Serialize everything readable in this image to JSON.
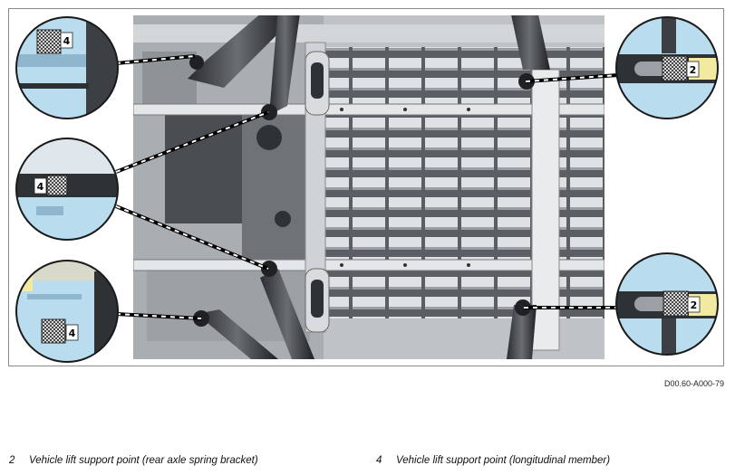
{
  "figure": {
    "reference_code": "D00.60-A000-79",
    "callouts": [
      {
        "id": "top-left",
        "number": "4"
      },
      {
        "id": "mid-left",
        "number": "4"
      },
      {
        "id": "bottom-left",
        "number": "4"
      },
      {
        "id": "top-right",
        "number": "2"
      },
      {
        "id": "bottom-right",
        "number": "2"
      }
    ]
  },
  "legend": [
    {
      "number": "2",
      "text": "Vehicle lift support point (rear axle spring bracket)"
    },
    {
      "number": "4",
      "text": "Vehicle lift support point (longitudinal member)"
    }
  ],
  "colors": {
    "metal_light": "#e4e7ea",
    "metal_dark": "#3c3f43",
    "highlight_blue": "#b9dcef",
    "highlight_yellow": "#f1eaa0",
    "frame_border": "#8a8a8a"
  }
}
